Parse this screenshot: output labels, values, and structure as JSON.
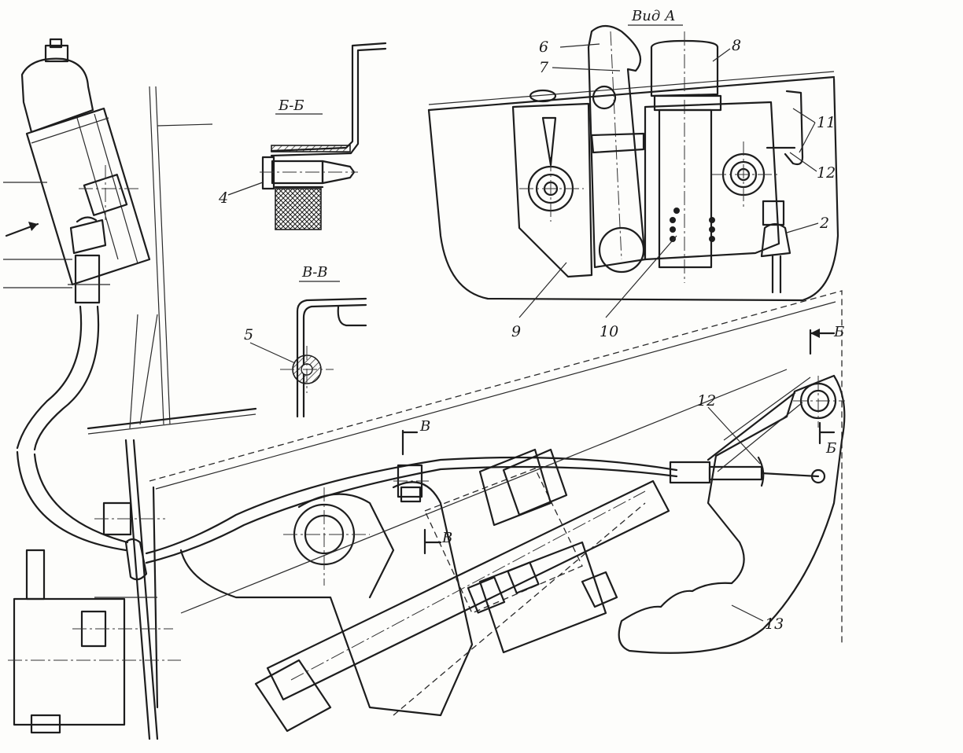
{
  "views": {
    "view_a_title": "Вид А",
    "section_bb_title": "Б-Б",
    "section_vv_title": "В-В"
  },
  "section_marks": {
    "b_top": "Б",
    "b_bottom": "Б",
    "v_top": "В",
    "v_bottom": "В"
  },
  "callouts": {
    "c2": "2",
    "c4": "4",
    "c5": "5",
    "c6": "6",
    "c7": "7",
    "c8": "8",
    "c9": "9",
    "c10": "10",
    "c11": "11",
    "c12_view": "12",
    "c12_main": "12",
    "c13": "13"
  }
}
